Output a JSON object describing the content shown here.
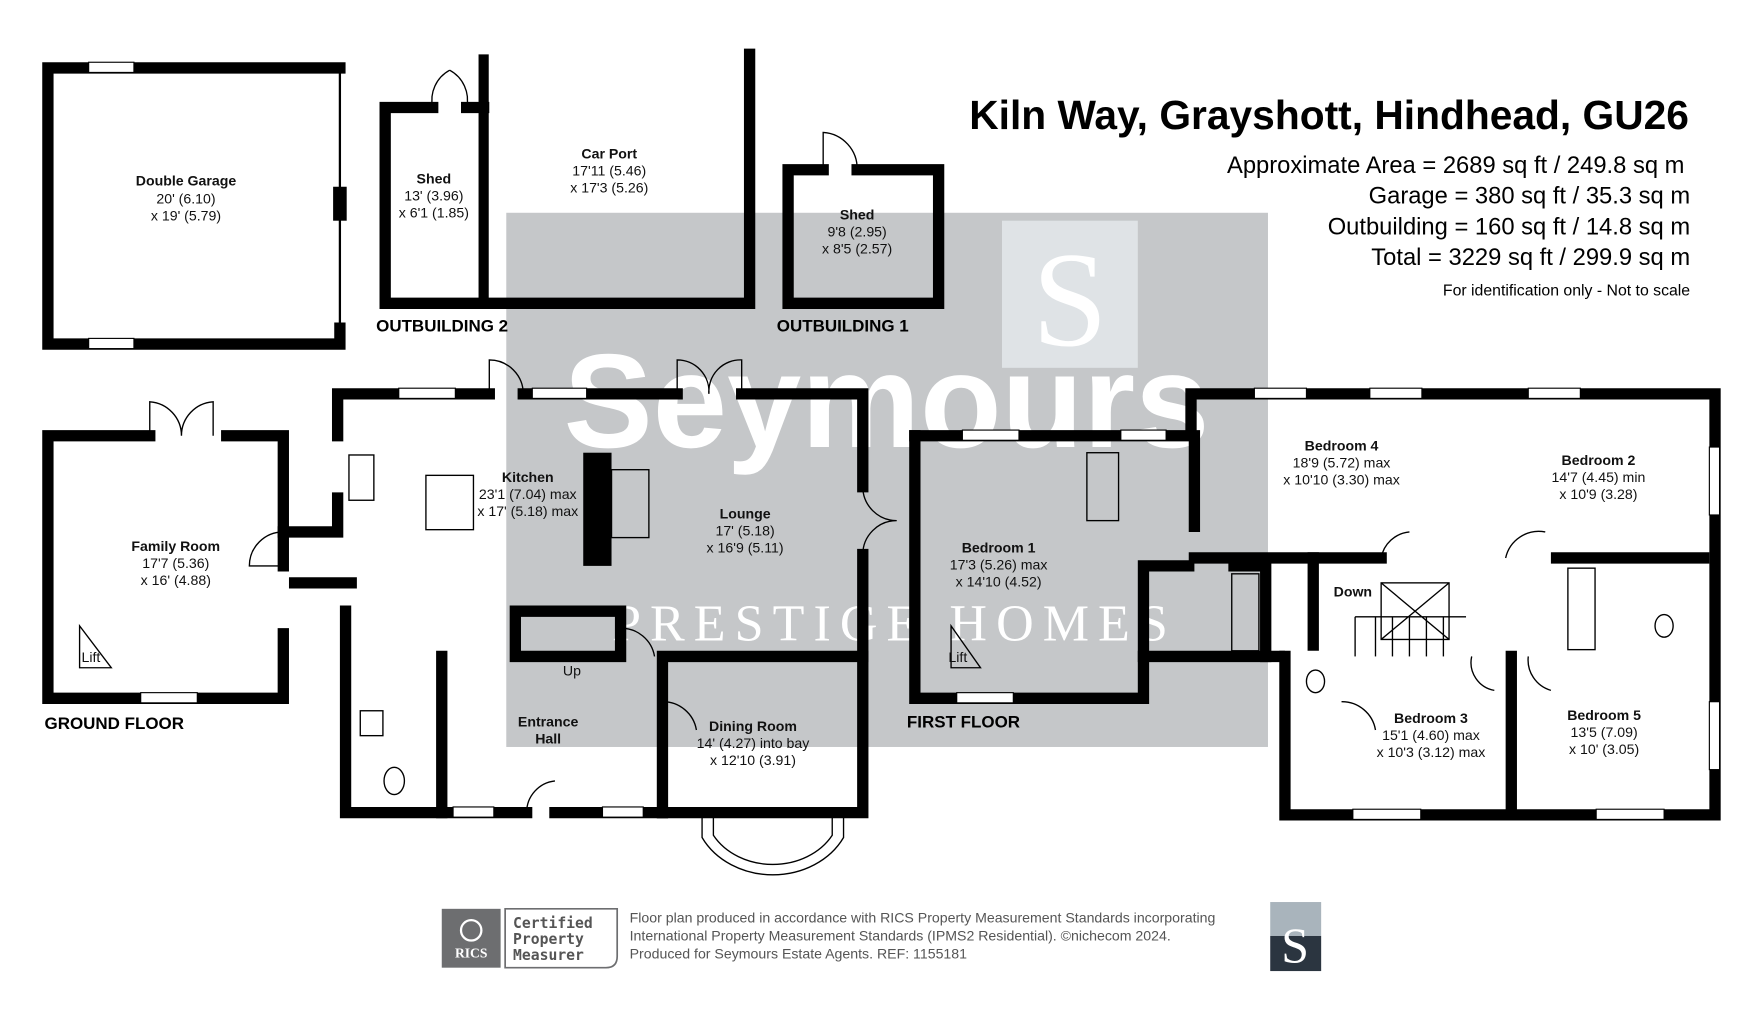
{
  "header": {
    "title": "Kiln Way, Grayshott, Hindhead, GU26",
    "areas": [
      "Approximate Area = 2689 sq ft / 249.8 sq m",
      "Garage = 380 sq ft / 35.3 sq m",
      "Outbuilding = 160 sq ft / 14.8 sq m",
      "Total = 3229 sq ft / 299.9 sq m"
    ],
    "note": "For identification only - Not to scale"
  },
  "floors": {
    "outbuilding2": "OUTBUILDING 2",
    "outbuilding1": "OUTBUILDING 1",
    "ground": "GROUND FLOOR",
    "first": "FIRST FLOOR"
  },
  "rooms": {
    "double_garage": {
      "name": "Double Garage",
      "l1": "20' (6.10)",
      "l2": "x 19' (5.79)"
    },
    "shed2": {
      "name": "Shed",
      "l1": "13' (3.96)",
      "l2": "x 6'1 (1.85)"
    },
    "car_port": {
      "name": "Car Port",
      "l1": "17'11 (5.46)",
      "l2": "x 17'3 (5.26)"
    },
    "shed1": {
      "name": "Shed",
      "l1": "9'8 (2.95)",
      "l2": "x 8'5 (2.57)"
    },
    "family_room": {
      "name": "Family Room",
      "l1": "17'7 (5.36)",
      "l2": "x 16' (4.88)"
    },
    "kitchen": {
      "name": "Kitchen",
      "l1": "23'1 (7.04) max",
      "l2": "x 17' (5.18) max"
    },
    "lounge": {
      "name": "Lounge",
      "l1": "17' (5.18)",
      "l2": "x 16'9 (5.11)"
    },
    "entrance_hall": {
      "name1": "Entrance",
      "name2": "Hall"
    },
    "dining_room": {
      "name": "Dining Room",
      "l1": "14' (4.27) into bay",
      "l2": "x 12'10 (3.91)"
    },
    "bedroom1": {
      "name": "Bedroom 1",
      "l1": "17'3 (5.26) max",
      "l2": "x 14'10 (4.52)"
    },
    "bedroom4": {
      "name": "Bedroom 4",
      "l1": "18'9 (5.72) max",
      "l2": "x 10'10 (3.30) max"
    },
    "bedroom2": {
      "name": "Bedroom 2",
      "l1": "14'7 (4.45) min",
      "l2": "x 10'9 (3.28)"
    },
    "bedroom3": {
      "name": "Bedroom 3",
      "l1": "15'1 (4.60) max",
      "l2": "x 10'3 (3.12) max"
    },
    "bedroom5": {
      "name": "Bedroom 5",
      "l1": "13'5 (7.09)",
      "l2": "x 10' (3.05)"
    }
  },
  "marks": {
    "lift": "Lift",
    "up": "Up",
    "down": "Down"
  },
  "watermark": {
    "brand": "Seymours",
    "tag": "PRESTIGE HOMES",
    "logo_letter": "S"
  },
  "footer": {
    "badge_org": "RICS",
    "badge_text": [
      "Certified",
      "Property",
      "Measurer"
    ],
    "lines": [
      "Floor plan produced in accordance with RICS Property Measurement Standards incorporating",
      "International Property Measurement Standards (IPMS2 Residential).   ©nichecom 2024.",
      "Produced for Seymours Estate Agents.   REF: 1155181"
    ],
    "logo_letter": "S"
  }
}
